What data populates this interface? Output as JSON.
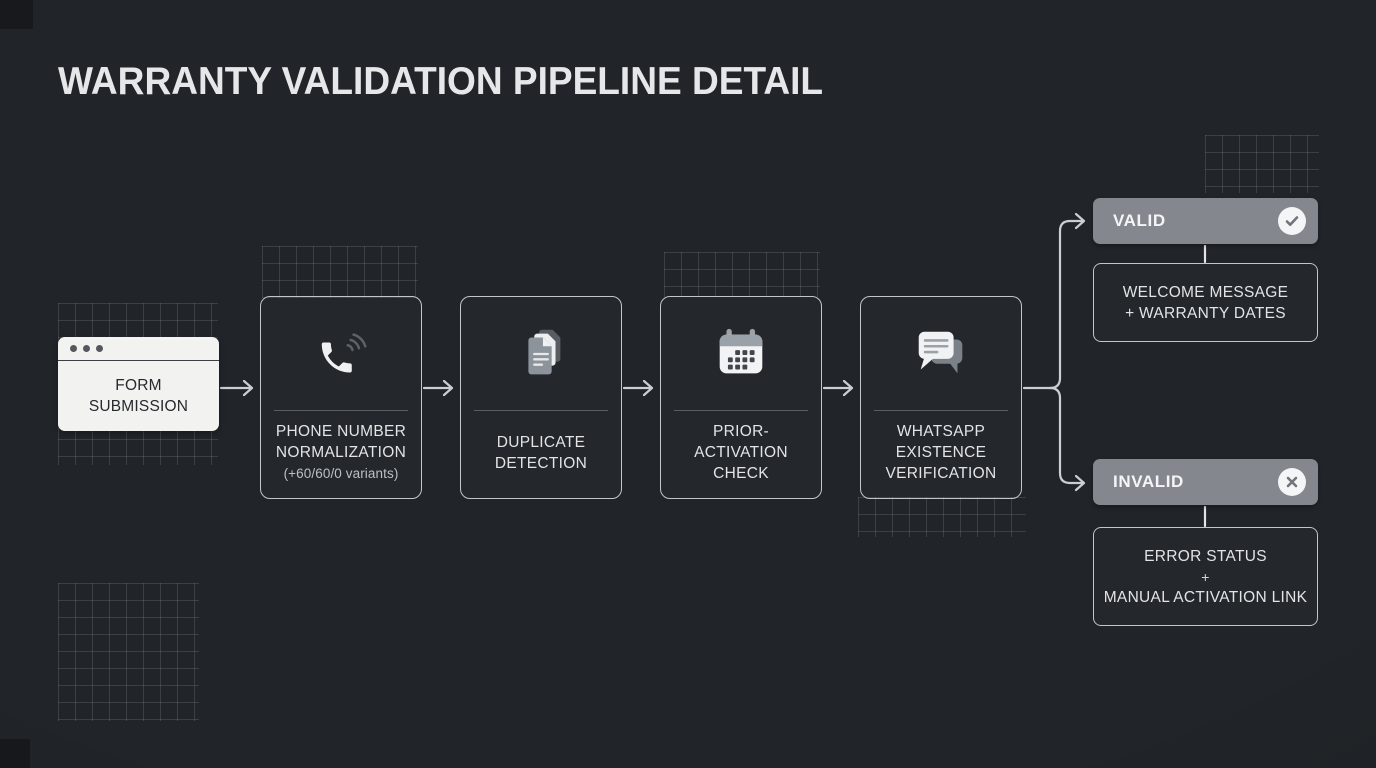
{
  "title": "WARRANTY VALIDATION PIPELINE DETAIL",
  "pipeline": {
    "source": {
      "name": "form-submission",
      "lines": [
        "FORM",
        "SUBMISSION"
      ]
    },
    "stages": [
      {
        "name": "phone-number-normalization",
        "icon": "phone-icon",
        "lines": [
          "PHONE NUMBER",
          "NORMALIZATION"
        ],
        "sub": "(+60/60/0 variants)"
      },
      {
        "name": "duplicate-detection",
        "icon": "documents-icon",
        "lines": [
          "DUPLICATE",
          "DETECTION"
        ]
      },
      {
        "name": "prior-activation-check",
        "icon": "calendar-icon",
        "lines": [
          "PRIOR-",
          "ACTIVATION",
          "CHECK"
        ]
      },
      {
        "name": "whatsapp-existence-verification",
        "icon": "chat-bubbles-icon",
        "lines": [
          "WHATSAPP",
          "EXISTENCE",
          "VERIFICATION"
        ]
      }
    ],
    "outcomes": [
      {
        "name": "valid",
        "badge": "VALID",
        "badge_icon": "check-icon",
        "result_lines": [
          "WELCOME MESSAGE",
          "+ WARRANTY DATES"
        ]
      },
      {
        "name": "invalid",
        "badge": "INVALID",
        "badge_icon": "x-icon",
        "result_lines": [
          "ERROR STATUS",
          "+",
          "MANUAL ACTIVATION LINK"
        ]
      }
    ]
  },
  "colors": {
    "background": "#212529",
    "corner_accent": "#17191d",
    "grid_line": "#9ea8b2",
    "node_border": "#c2c5ca",
    "node_text": "#e2e4e6",
    "divider": "#5a5f65",
    "connector": "#cbced2",
    "form_card_bg": "#f2f2f1",
    "form_card_text": "#27292d",
    "badge_bg": "#84888e",
    "badge_text": "#f4f5f6",
    "badge_circle": "#f4f5f6",
    "badge_glyph": "#70757c",
    "title_text": "#e6e7e9"
  }
}
